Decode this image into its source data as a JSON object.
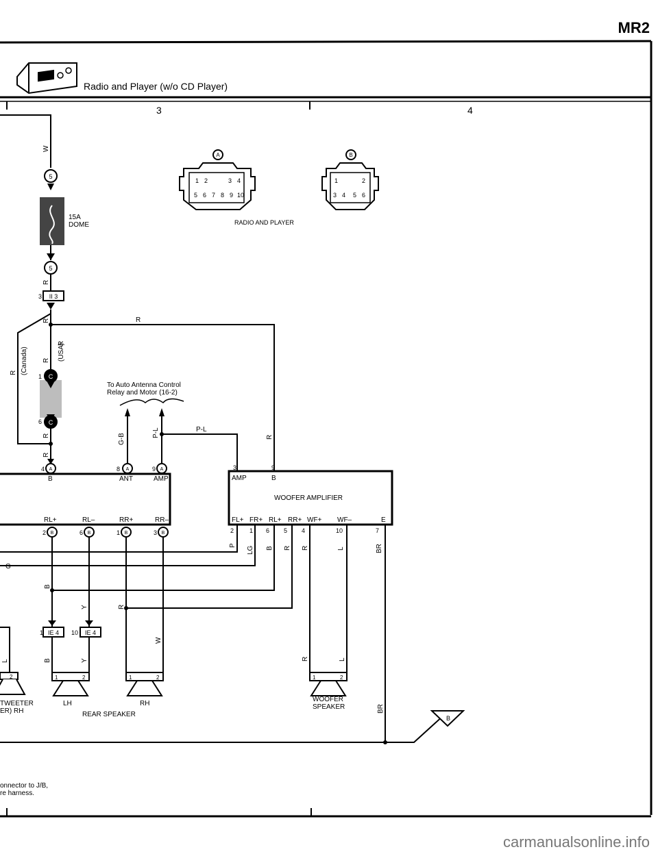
{
  "header": {
    "model": "MR2",
    "section_title": "Radio and Player (w/o CD Player)",
    "grid_col_3": "3",
    "grid_col_4": "4"
  },
  "fuse": {
    "rating": "15A",
    "name": "DOME",
    "connector_top": "5",
    "connector_bottom": "5"
  },
  "connectors": {
    "ii3": {
      "pin": "3",
      "label": "II 3"
    },
    "c_upper": {
      "pin": "1",
      "letter": "C"
    },
    "c_lower": {
      "pin": "6",
      "letter": "C"
    },
    "a_4": {
      "pin": "4",
      "letter": "A"
    },
    "a_8": {
      "pin": "8",
      "letter": "A"
    },
    "a_9": {
      "pin": "9",
      "letter": "A"
    },
    "b_2": {
      "pin": "2",
      "letter": "B"
    },
    "b_6": {
      "pin": "6",
      "letter": "B"
    },
    "b_1": {
      "pin": "1",
      "letter": "B"
    },
    "b_3": {
      "pin": "3",
      "letter": "B"
    },
    "ie4_left": {
      "pin": "1",
      "label": "IE 4"
    },
    "ie4_right": {
      "pin": "10",
      "label": "IE 4"
    }
  },
  "radio_connector_A": {
    "letter": "A",
    "pins_top": [
      "1",
      "2",
      "3",
      "4"
    ],
    "pins_bottom": [
      "5",
      "6",
      "7",
      "8",
      "9",
      "10"
    ]
  },
  "radio_connector_B": {
    "letter": "B",
    "pins_top": [
      "1",
      "2"
    ],
    "pins_bottom": [
      "3",
      "4",
      "5",
      "6"
    ]
  },
  "radio_player_label": "RADIO AND PLAYER",
  "antenna_note": {
    "line1": "To Auto Antenna Control",
    "line2": "Relay and Motor (16-2)"
  },
  "wire_colors": {
    "w_top": "W",
    "r1": "R",
    "r2": "R",
    "r3": "R",
    "r_top_run": "R",
    "r_canada": "R",
    "canada": "(Canada)",
    "usa": "(USA)",
    "r_usa": "R",
    "r4": "R",
    "r5": "R",
    "gb": "G-B",
    "pl_vert": "P-L",
    "pl_horiz": "P-L",
    "r_right": "R",
    "b_rl": "B",
    "y_rl": "Y",
    "r_rr": "R",
    "w_rr": "W",
    "b_lh": "B",
    "y_lh": "Y",
    "l_left": "L",
    "p_amp": "P",
    "lg": "LG",
    "b_amp": "B",
    "r_amp": "R",
    "r_wf": "R",
    "l_wf": "L",
    "br_e": "BR",
    "r_spk": "R",
    "l_spk": "L",
    "br_bottom": "BR",
    "g_left": "G"
  },
  "radio_pins": {
    "b": "B",
    "ant": "ANT",
    "amp": "AMP",
    "rl_plus": "RL+",
    "rl_minus": "RL–",
    "rr_plus": "RR+",
    "rr_minus": "RR–"
  },
  "woofer_amp": {
    "name": "WOOFER AMPLIFIER",
    "amp": "AMP",
    "b": "B",
    "pin3": "3",
    "pin9": "9",
    "fl": "FL+",
    "fr": "FR+",
    "rl": "RL+",
    "rr": "RR+",
    "wfp": "WF+",
    "wfm": "WF–",
    "e": "E",
    "p2": "2",
    "p1": "1",
    "p6": "6",
    "p5": "5",
    "p4": "4",
    "p10": "10",
    "p7": "7"
  },
  "speakers": {
    "tweeter_line1": "TWEETER",
    "tweeter_line2": "ER) RH",
    "lh": "LH",
    "rh": "RH",
    "rear": "REAR SPEAKER",
    "woofer_line1": "WOOFER",
    "woofer_line2": "SPEAKER",
    "pin1": "1",
    "pin2": "2"
  },
  "ground_ref": "B",
  "notes": {
    "line1": "onnector to J/B,",
    "line2": "re harness."
  },
  "watermark": "carmanualsonline.info"
}
